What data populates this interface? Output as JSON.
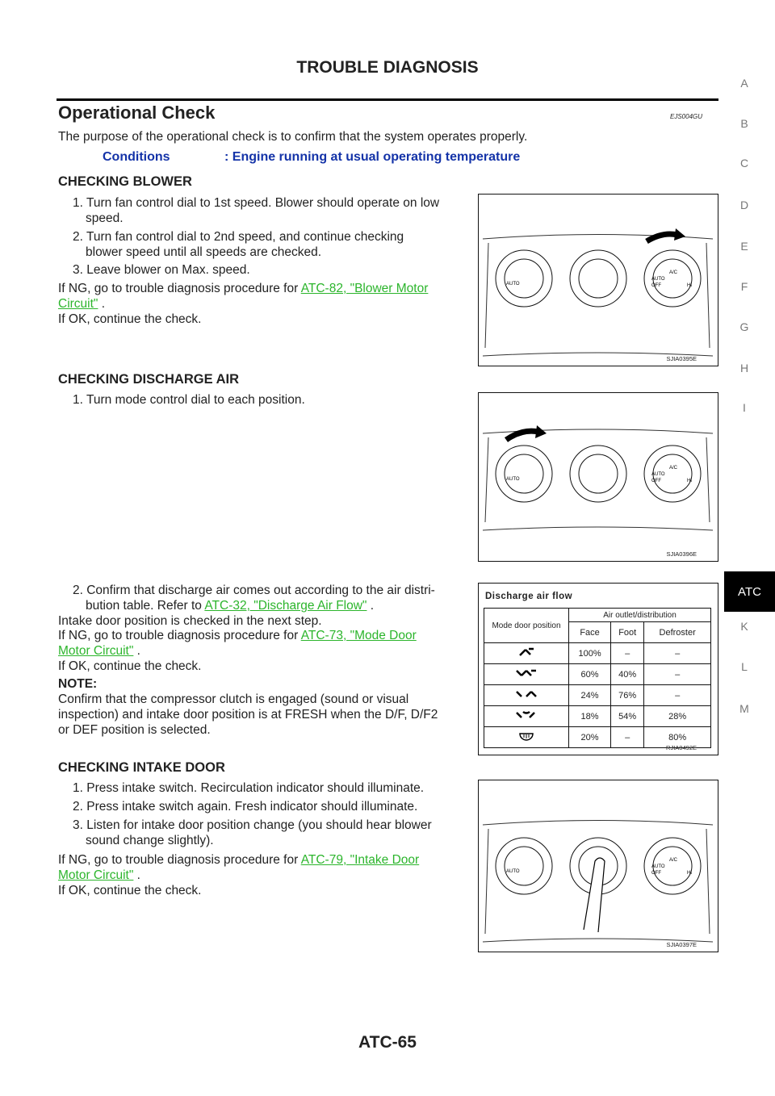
{
  "header": {
    "title": "TROUBLE DIAGNOSIS"
  },
  "section": {
    "title": "Operational Check",
    "code": "EJS004GU"
  },
  "intro": "The purpose of the operational check is to confirm that the system operates properly.",
  "conditions": {
    "label": "Conditions",
    "value": ": Engine running at usual operating temperature"
  },
  "blower": {
    "title": "CHECKING BLOWER",
    "steps": [
      "1. Turn fan control dial to 1st speed. Blower should operate on low",
      "speed.",
      "2. Turn fan control dial to 2nd speed, and continue checking",
      "blower speed until all speeds are checked.",
      "3. Leave blower on Max. speed."
    ],
    "ng_prefix": "If NG, go to trouble diagnosis procedure for",
    "ng_link1": "ATC-82, \"Blower Motor",
    "ng_link2": "Circuit\"",
    "ng_suffix": " .",
    "ok": "If OK, continue the check.",
    "figure_code": "SJIA0395E"
  },
  "discharge": {
    "title": "CHECKING DISCHARGE AIR",
    "step1": "1. Turn mode control dial to each position.",
    "figure_code": "SJIA0396E",
    "step2a": "2. Confirm that discharge air comes out according to the air distri-",
    "step2b_prefix": "bution table. Refer to",
    "step2b_link": "ATC-32, \"Discharge Air Flow\"",
    "step2b_suffix": " .",
    "intake_note": "Intake door position is checked in the next step.",
    "ng_prefix": "If NG, go to trouble diagnosis procedure for",
    "ng_link1": "ATC-73, \"Mode Door",
    "ng_link2": "Motor Circuit\"",
    "ng_suffix": " .",
    "ok": "If OK, continue the check.",
    "note_label": "NOTE:",
    "note_lines": [
      "Confirm that the compressor clutch is engaged (sound or visual",
      "inspection) and intake door position is at FRESH when the D/F, D/F2",
      "or DEF position is selected."
    ]
  },
  "airflow_table": {
    "title": "Discharge air flow",
    "col_group": "Air outlet/distribution",
    "row_header": "Mode door position",
    "columns": [
      "Face",
      "Foot",
      "Defroster"
    ],
    "rows": [
      {
        "mode": "face",
        "values": [
          "100%",
          "–",
          "–"
        ]
      },
      {
        "mode": "bi-level",
        "values": [
          "60%",
          "40%",
          "–"
        ]
      },
      {
        "mode": "foot",
        "values": [
          "24%",
          "76%",
          "–"
        ]
      },
      {
        "mode": "foot-defrost",
        "values": [
          "18%",
          "54%",
          "28%"
        ]
      },
      {
        "mode": "defrost",
        "values": [
          "20%",
          "–",
          "80%"
        ]
      }
    ],
    "figure_code": "RJIA0492E"
  },
  "intake": {
    "title": "CHECKING INTAKE DOOR",
    "steps": [
      "1. Press intake switch. Recirculation indicator should illuminate.",
      "2. Press intake switch again. Fresh indicator should illuminate.",
      "3. Listen for intake door position change (you should hear blower",
      "sound change slightly)."
    ],
    "ng_prefix": "If NG, go to trouble diagnosis procedure for",
    "ng_link1": "ATC-79, \"Intake Door",
    "ng_link2": "Motor Circuit\"",
    "ng_suffix": " .",
    "ok": "If OK, continue the check.",
    "figure_code": "SJIA0397E"
  },
  "panel_labels": {
    "auto": "AUTO",
    "off": "OFF",
    "ac": "A/C",
    "hi": "HI"
  },
  "side_tabs": [
    "A",
    "B",
    "C",
    "D",
    "E",
    "F",
    "G",
    "H",
    "I",
    "ATC",
    "K",
    "L",
    "M"
  ],
  "footer": {
    "page": "ATC-65"
  }
}
